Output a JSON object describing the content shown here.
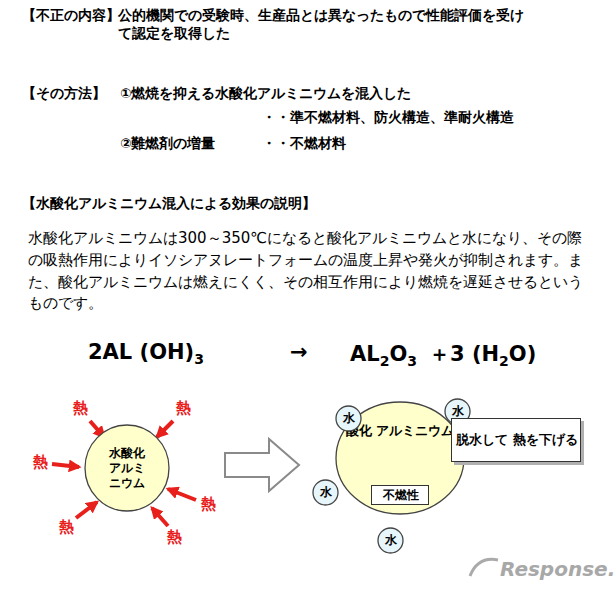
{
  "diagram": {
    "nodes": [
      {
        "text": [
          "水酸化 アルミ ニウム"
        ]
      },
      {
        "text": [
          "酸化 アルミニウム"
        ]
      },
      {
        "text": [
          "不燃性"
        ],
        "in": 1
      },
      {
        "text": [
          "水"
        ]
      },
      {
        "text": [
          "水"
        ]
      },
      {
        "text": [
          "水"
        ]
      },
      {
        "text": [
          "水"
        ]
      },
      {
        "text": [
          "脱水して 熱を下げる"
        ]
      }
    ],
    "edges": [
      {
        "from": 0,
        "to": 1,
        "arrow": "to"
      }
    ],
    "labels": [
      "【不正の内容】",
      "公的機関での受験時、生産品とは異なったもので性能評価を受けて認定を取得した",
      "【その方法】",
      "①燃焼を抑える水酸化アルミニウムを混入した",
      "・・準不燃材料、防火構造、準耐火構造",
      "②難燃剤の増量",
      "・・不燃材料",
      "【水酸化アルミニウム混入による効果の説明】",
      "水酸化アルミニウムは300～350℃になると酸化アルミニウムと水になり、その際の吸熱作用によりイソシアヌレートフォームの温度上昇や発火が抑制されます。また、酸化アルミニウムは燃えにくく、その相互作用により燃焼を遅延させるというものです。",
      "2AL (OH)",
      "3",
      "→",
      "AL",
      "2",
      "O",
      "3",
      "＋3 (H",
      "2",
      "O)",
      "熱",
      "熱",
      "熱",
      "熱",
      "熱",
      "熱",
      "Response."
    ]
  }
}
